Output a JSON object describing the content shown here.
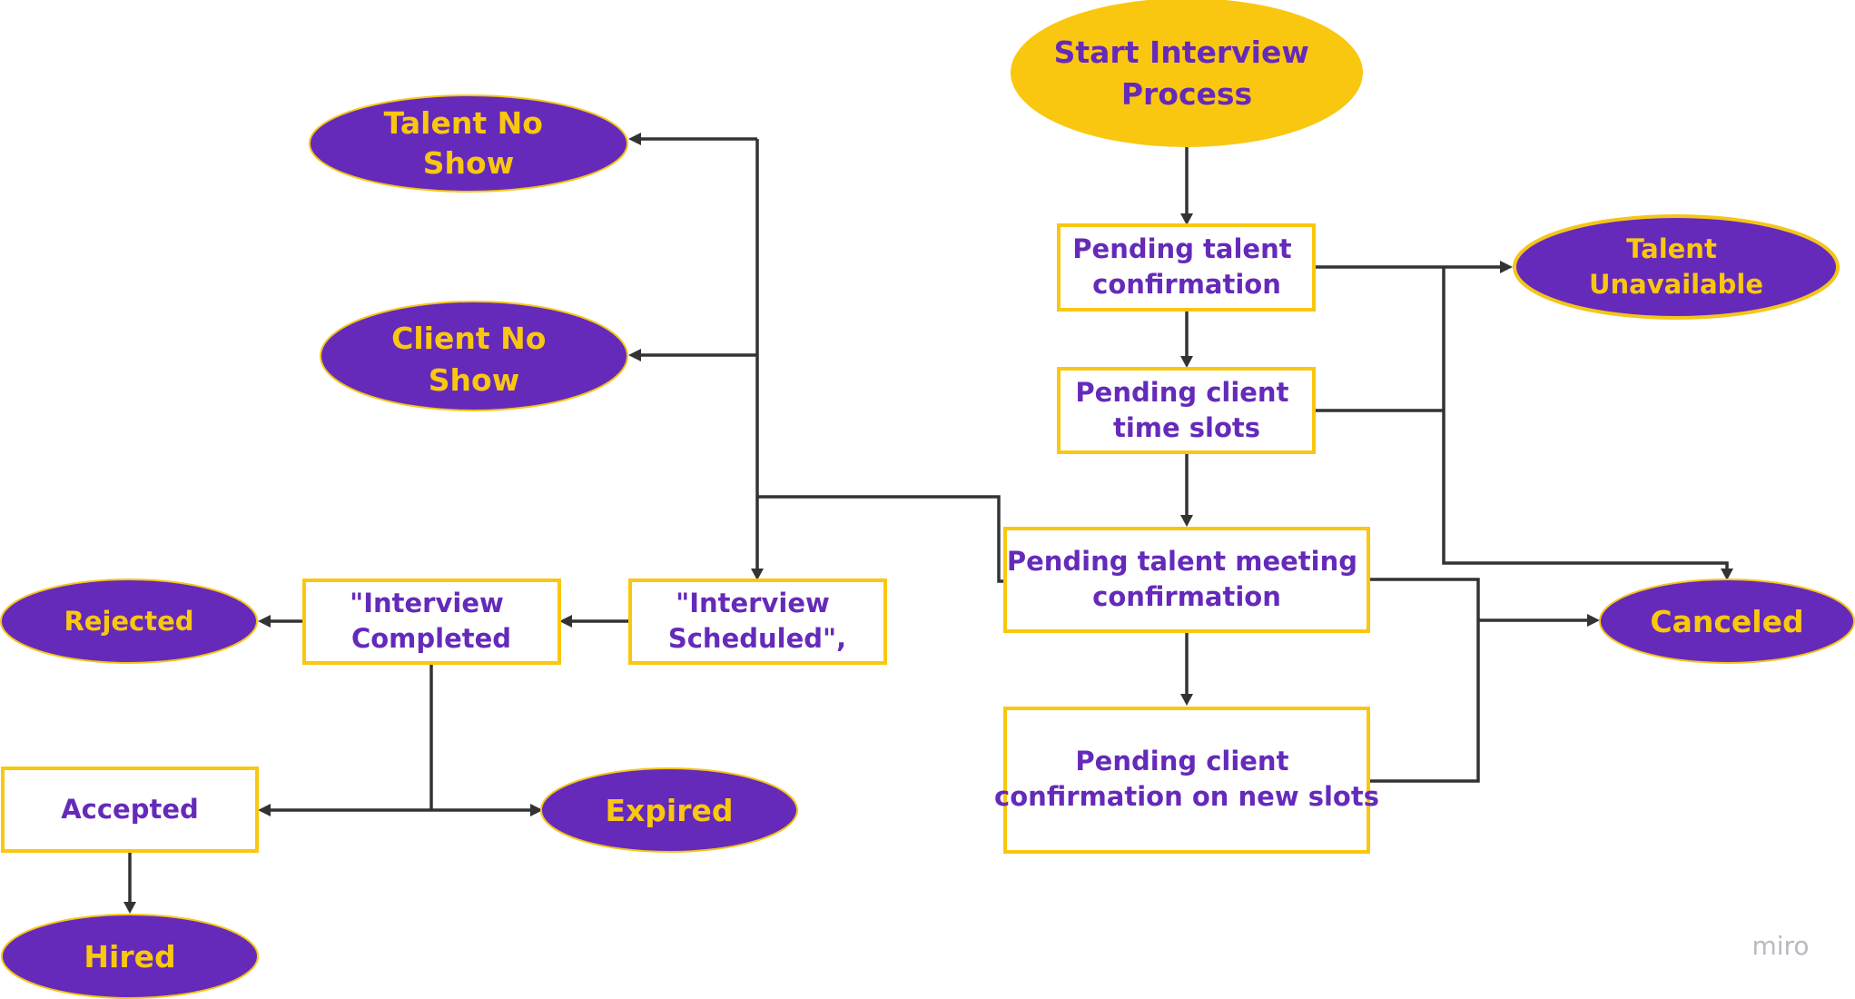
{
  "nodes": {
    "start": {
      "lines": [
        "Start Interview",
        "Process"
      ]
    },
    "pending_talent_confirmation": {
      "lines": [
        "Pending talent",
        "confirmation"
      ]
    },
    "talent_unavailable": {
      "lines": [
        "Talent",
        "Unavailable"
      ]
    },
    "pending_client_time_slots": {
      "lines": [
        "Pending client",
        "time slots"
      ]
    },
    "pending_talent_meeting_confirmation": {
      "lines": [
        "Pending talent meeting",
        "confirmation"
      ]
    },
    "canceled": {
      "lines": [
        "Canceled"
      ]
    },
    "pending_client_confirmation_new_slots": {
      "lines": [
        "Pending client",
        "confirmation on new slots"
      ]
    },
    "talent_no_show": {
      "lines": [
        "Talent No",
        "Show"
      ]
    },
    "client_no_show": {
      "lines": [
        "Client No",
        "Show"
      ]
    },
    "interview_scheduled": {
      "lines": [
        "\"Interview",
        "Scheduled\","
      ]
    },
    "interview_completed": {
      "lines": [
        "\"Interview",
        "Completed"
      ]
    },
    "rejected": {
      "lines": [
        "Rejected"
      ]
    },
    "accepted": {
      "lines": [
        "Accepted"
      ]
    },
    "expired": {
      "lines": [
        "Expired"
      ]
    },
    "hired": {
      "lines": [
        "Hired"
      ]
    }
  },
  "watermark": "miro",
  "colors": {
    "purple": "#652aba",
    "yellow": "#fac710",
    "connector": "#333333"
  }
}
